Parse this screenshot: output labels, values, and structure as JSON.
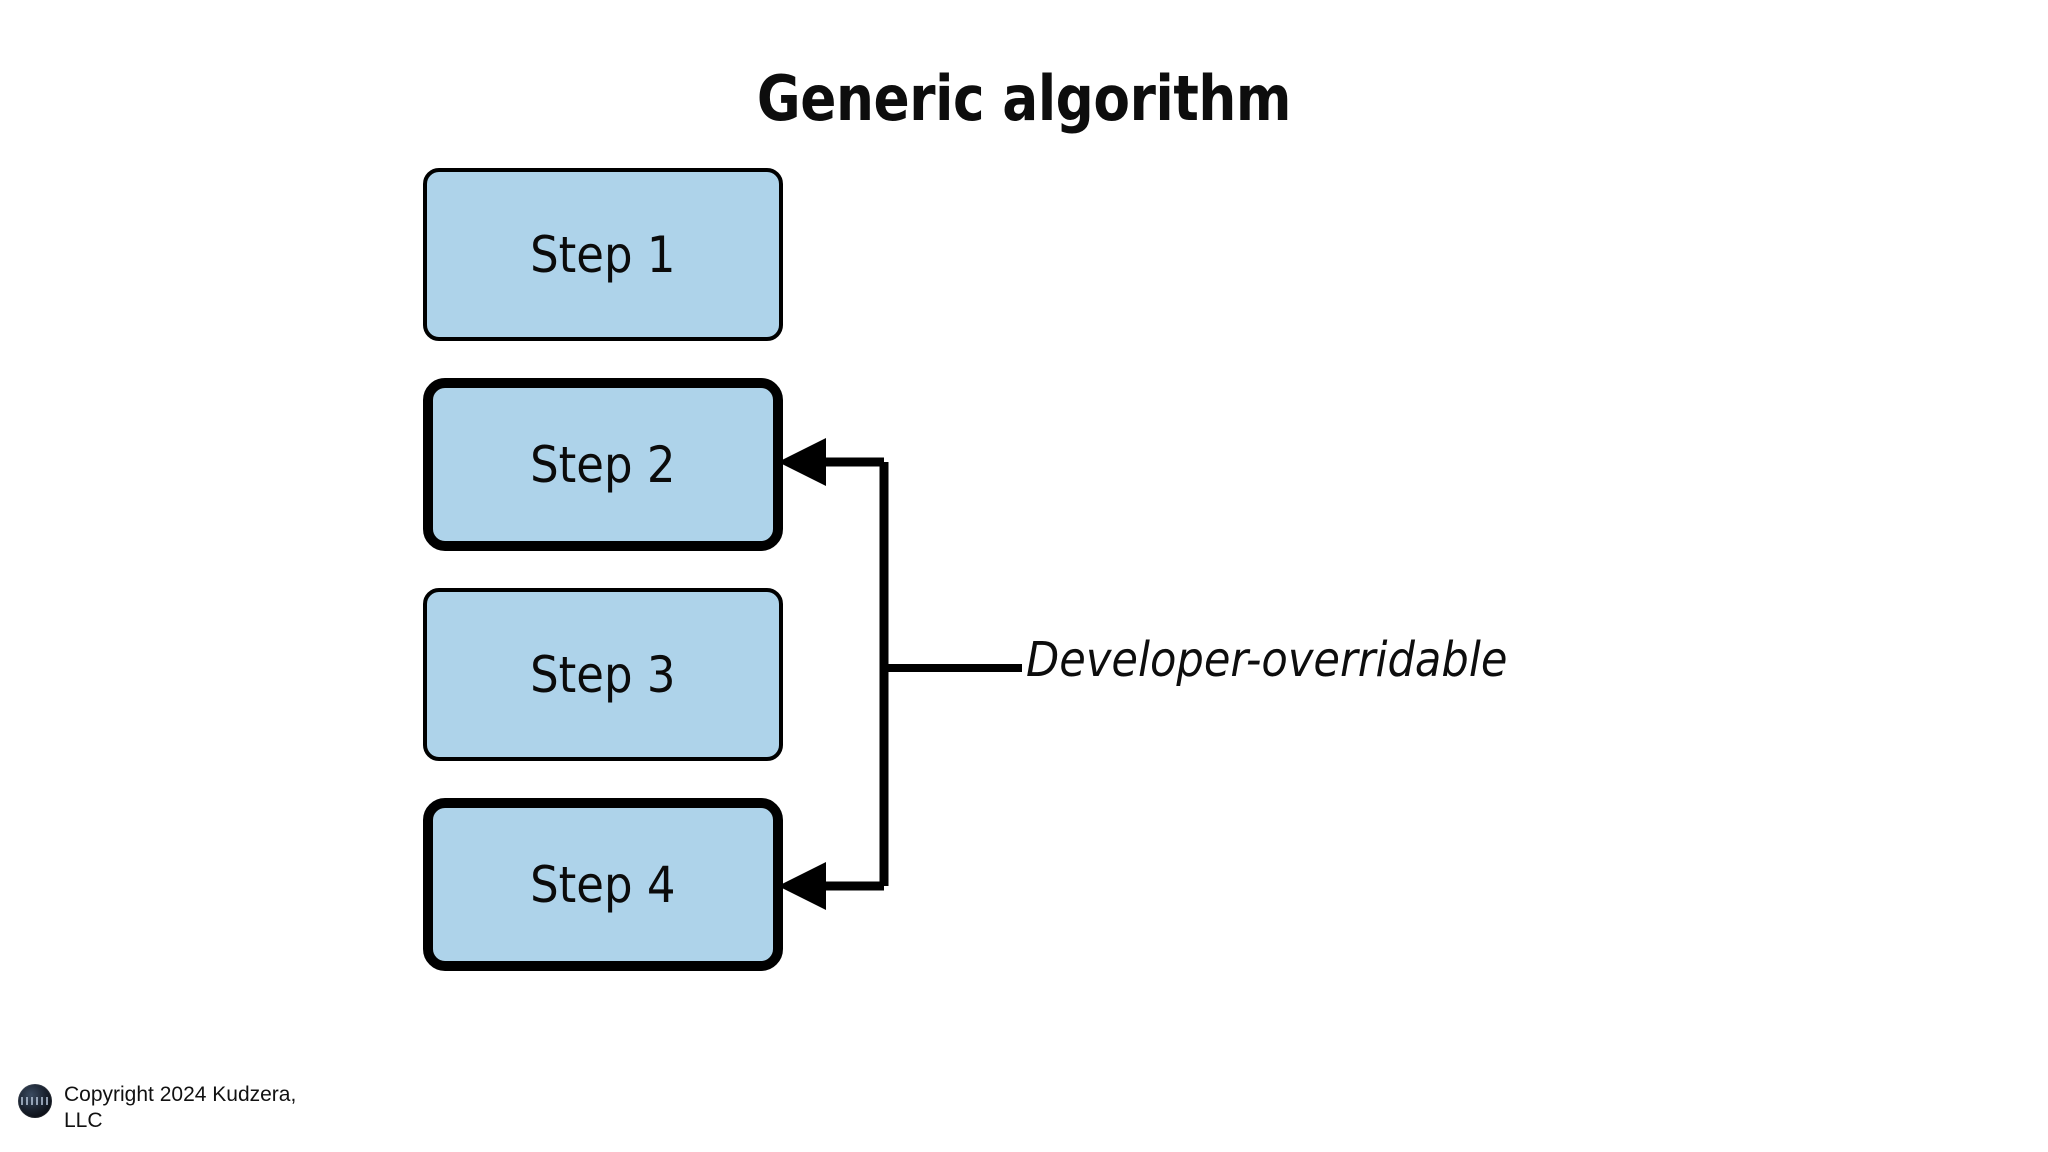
{
  "slide": {
    "title": "Generic algorithm",
    "background_color": "#ffffff"
  },
  "diagram": {
    "type": "flowchart",
    "box_fill_color": "#aed3ea",
    "box_border_color": "#000000",
    "steps": [
      {
        "label": "Step 1",
        "emphasized": false,
        "overridable": false
      },
      {
        "label": "Step 2",
        "emphasized": true,
        "overridable": true
      },
      {
        "label": "Step 3",
        "emphasized": false,
        "overridable": false
      },
      {
        "label": "Step 4",
        "emphasized": true,
        "overridable": true
      }
    ],
    "annotation": {
      "text": "Developer-overridable",
      "style": "italic",
      "targets": [
        "Step 2",
        "Step 4"
      ]
    }
  },
  "footer": {
    "copyright_line_1": "Copyright 2024 Kudzera,",
    "copyright_line_2": "LLC",
    "logo_name": "kudzera-logo"
  }
}
